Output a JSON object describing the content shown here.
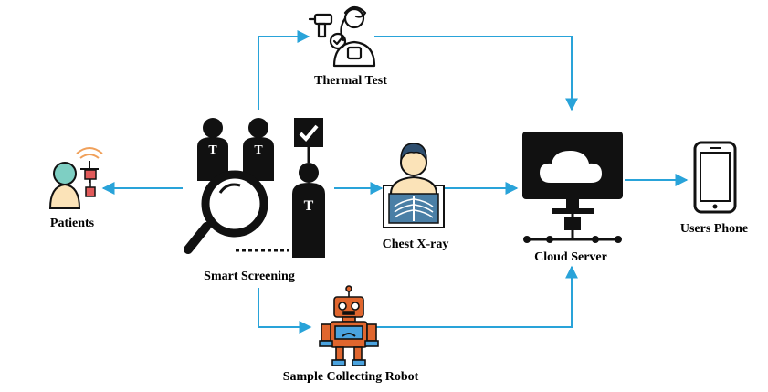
{
  "nodes": {
    "thermal_test": {
      "label": "Thermal Test",
      "icon": "thermometer-gun-person-icon"
    },
    "patients": {
      "label": "Patients",
      "icon": "patient-with-iv-icon"
    },
    "smart_screening": {
      "label": "Smart Screening",
      "icon": "magnifier-crowd-icon"
    },
    "chest_xray": {
      "label": "Chest X-ray",
      "icon": "xray-person-icon"
    },
    "cloud_server": {
      "label": "Cloud Server",
      "icon": "cloud-monitor-network-icon"
    },
    "users_phone": {
      "label": "Users Phone",
      "icon": "smartphone-icon"
    },
    "robot": {
      "label": "Sample Collecting Robot",
      "icon": "robot-icon"
    }
  },
  "colors": {
    "arrow": "#29a3d9",
    "dark": "#111111",
    "teal": "#7ecfc3",
    "skin": "#fbe3b8",
    "robot_orange": "#e0662e",
    "robot_blue": "#4aa3df",
    "orange": "#f0a05a"
  }
}
